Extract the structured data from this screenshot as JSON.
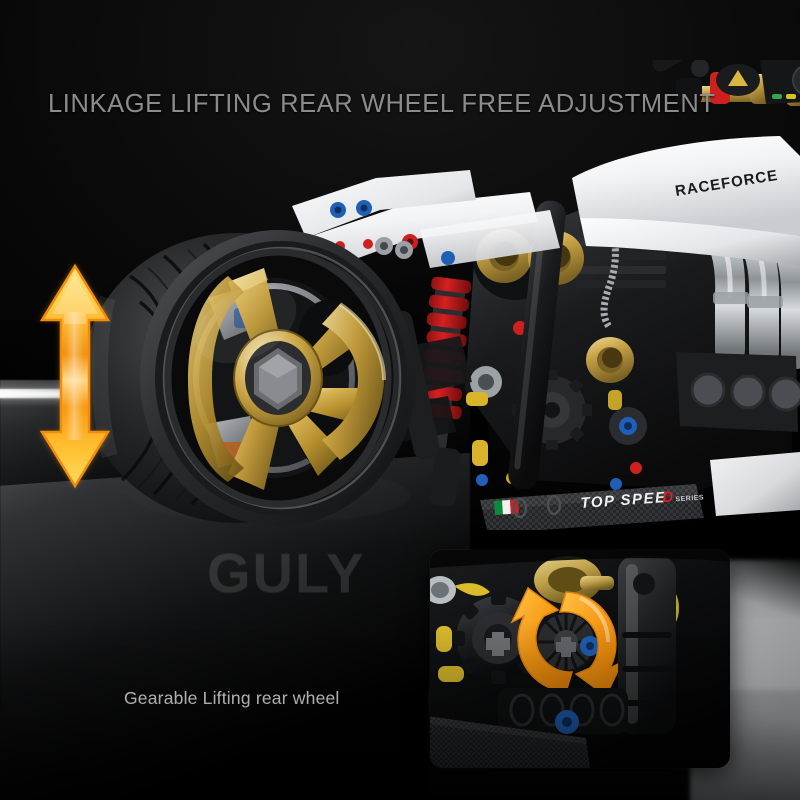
{
  "headline": {
    "text": "LINKAGE LIFTING REAR WHEEL FREE ADJUSTMENT",
    "color": "#8c8c8c"
  },
  "caption": {
    "text": "Gearable Lifting rear wheel",
    "color": "#f2f2f2"
  },
  "watermark": {
    "text": "GULY",
    "color": "rgba(230,232,235,0.085)"
  },
  "product": {
    "type": "motorcycle-building-block-model",
    "tank_decal": "RACEFORCE",
    "footboard_badge": {
      "main": "TOP SPEE",
      "accent_letter": "D",
      "accent_color": "#e02020",
      "suffix": "SERIES",
      "flag": "italy"
    },
    "wheel": {
      "rim_color": "#c59b33",
      "rim_spokes": 5,
      "hub_shape": "hexagon",
      "tire_color": "#1d1d1f"
    },
    "shock_absorber_color": "#b81c1c",
    "intake_trumpet_color": "#c6a54a",
    "exhaust_color": "#c8ccd0",
    "body_color": "#f4f5f7"
  },
  "annotations": {
    "lift_arrow": {
      "name": "vertical-double-arrow",
      "direction": "up-down",
      "color_top": "#ffd24a",
      "color_mid": "#f08a12",
      "color_bottom": "#ffb422"
    },
    "rotate_arrow": {
      "name": "circular-rotation-arrow",
      "direction": "clockwise",
      "color": "#f7a01e"
    }
  },
  "inset": {
    "label": "gear-mechanism-closeup",
    "contents": [
      "black-gear",
      "yellow-connector",
      "blue-pin",
      "orange-rotation-arrow",
      "black-shock-cylinder"
    ]
  },
  "colors": {
    "background": "#000000",
    "accent_gold": "#f0a41c",
    "accent_red": "#e02020",
    "text_muted": "#8c8c8c"
  }
}
